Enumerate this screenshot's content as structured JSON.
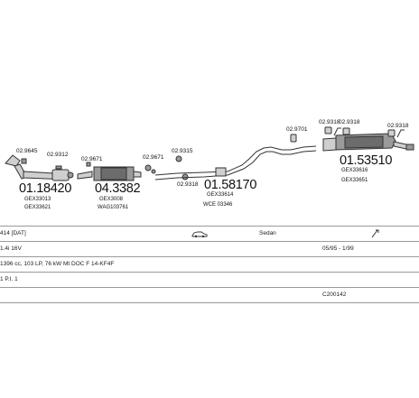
{
  "parts": [
    {
      "code": "02.9645",
      "kind": "small"
    },
    {
      "code": "02.9312",
      "kind": "small"
    },
    {
      "code": "01.18420",
      "kind": "big"
    },
    {
      "code": "GEX33013",
      "kind": "ref"
    },
    {
      "code": "GEX33621",
      "kind": "ref"
    },
    {
      "code": "02.9671",
      "kind": "small"
    },
    {
      "code": "04.3382",
      "kind": "big"
    },
    {
      "code": "GEX3008",
      "kind": "ref"
    },
    {
      "code": "WAG103761",
      "kind": "ref"
    },
    {
      "code": "02.9671",
      "kind": "small"
    },
    {
      "code": "02.9315",
      "kind": "small"
    },
    {
      "code": "02.9318",
      "kind": "small"
    },
    {
      "code": "01.58170",
      "kind": "big"
    },
    {
      "code": "GEX33614",
      "kind": "ref"
    },
    {
      "code": "WCE 03346",
      "kind": "ref"
    },
    {
      "code": "02.9701",
      "kind": "small"
    },
    {
      "code": "02.9318",
      "kind": "small"
    },
    {
      "code": "02.9318",
      "kind": "small"
    },
    {
      "code": "02.9318",
      "kind": "small"
    },
    {
      "code": "01.53510",
      "kind": "big"
    },
    {
      "code": "GEX33616",
      "kind": "ref"
    },
    {
      "code": "GEX33651",
      "kind": "ref"
    }
  ],
  "info": {
    "model": "414 [DAT]",
    "body": "Sedan",
    "engine": "1.4i 16V",
    "period": "05/95 - 1/99",
    "spec": "1396 cc, 103 LP, 76 kW Mt DOC F 14-KF4F ",
    "extra": "1 P.I. 1",
    "catalog": "C200142"
  }
}
